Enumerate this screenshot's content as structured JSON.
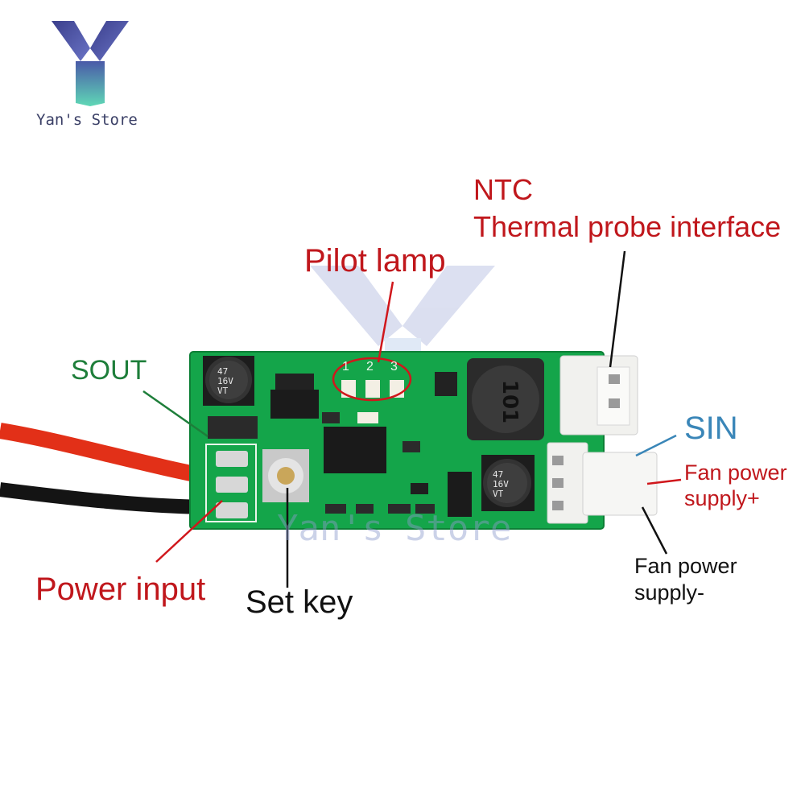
{
  "logo": {
    "text": "Yan's Store"
  },
  "watermark": {
    "text": "Yan's Store"
  },
  "labels": {
    "ntc": "NTC",
    "thermal_probe": "Thermal probe interface",
    "pilot_lamp": "Pilot lamp",
    "sout": "SOUT",
    "sin": "SIN",
    "fan_power_plus_line1": "Fan power",
    "fan_power_plus_line2": "supply+",
    "fan_power_minus_line1": "Fan power",
    "fan_power_minus_line2": "supply-",
    "power_input": "Power input",
    "set_key": "Set key"
  },
  "board": {
    "led_numbers": [
      "1",
      "2",
      "3"
    ],
    "cap_left": [
      "47",
      "16V",
      "VT"
    ],
    "cap_right": [
      "47",
      "16V",
      "VT"
    ],
    "inductor_mark": "101"
  },
  "colors": {
    "label_red": "#c0171c",
    "label_green": "#1e7e3a",
    "label_blue": "#3a86b8",
    "pcb_green": "#14a54a"
  }
}
